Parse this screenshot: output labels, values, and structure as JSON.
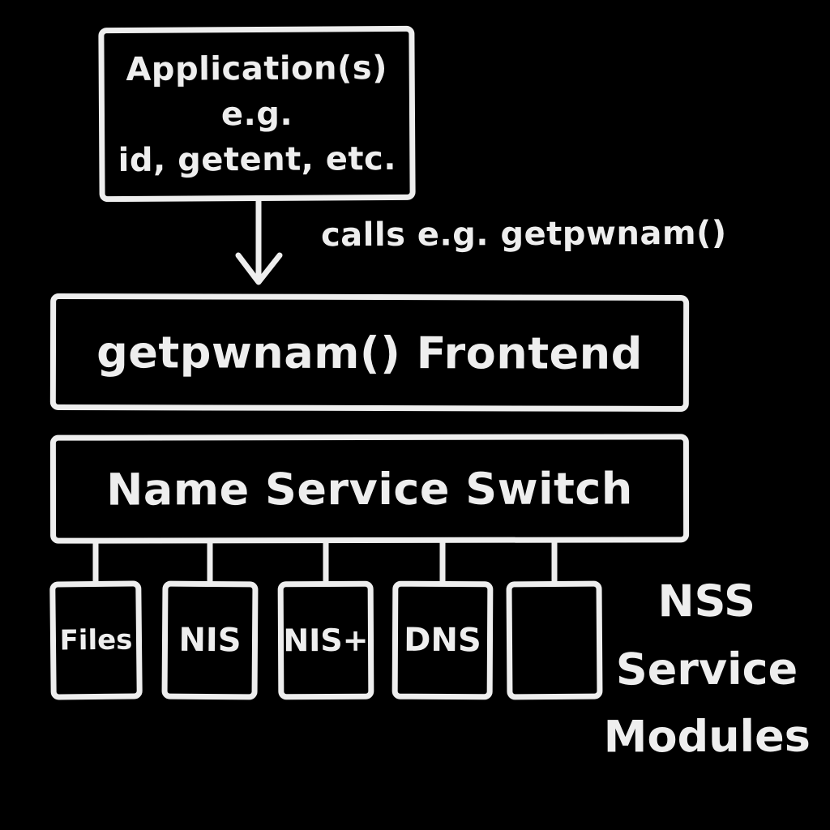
{
  "colors": {
    "background": "#000000",
    "ink": "#eeeeee"
  },
  "diagram": {
    "app_box": {
      "lines": [
        "Application(s)",
        "e.g.",
        "id, getent, etc."
      ]
    },
    "arrow_label": "calls e.g. getpwnam()",
    "frontend_box": {
      "label": "getpwnam() Frontend"
    },
    "nss_box": {
      "label": "Name Service Switch"
    },
    "modules": [
      {
        "label": "Files"
      },
      {
        "label": "NIS"
      },
      {
        "label": "NIS+"
      },
      {
        "label": "DNS"
      },
      {
        "label": ""
      }
    ],
    "modules_caption": {
      "lines": [
        "NSS",
        "Service",
        "Modules"
      ]
    }
  }
}
